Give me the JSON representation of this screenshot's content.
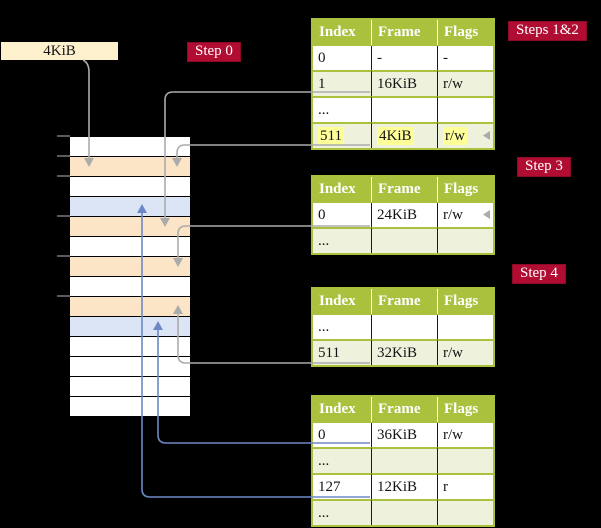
{
  "label_box": {
    "text": "4KiB"
  },
  "badges": {
    "step0": {
      "label": "Step 0"
    },
    "steps12": {
      "label": "Steps 1&2"
    },
    "step3": {
      "label": "Step 3"
    },
    "step4": {
      "label": "Step 4"
    }
  },
  "memory": {
    "rows": [
      "white",
      "peach",
      "white",
      "blue",
      "peach",
      "white",
      "peach",
      "white",
      "peach",
      "blue",
      "white",
      "white",
      "white",
      "white"
    ]
  },
  "tables": {
    "t1": {
      "headers": [
        "Index",
        "Frame",
        "Flags"
      ],
      "rows": [
        [
          "0",
          "-",
          "-"
        ],
        [
          "1",
          "16KiB",
          "r/w"
        ],
        [
          "...",
          "",
          ""
        ],
        [
          "511",
          "4KiB",
          "r/w"
        ]
      ]
    },
    "t2": {
      "headers": [
        "Index",
        "Frame",
        "Flags"
      ],
      "rows": [
        [
          "0",
          "24KiB",
          "r/w"
        ],
        [
          "...",
          "",
          ""
        ]
      ]
    },
    "t3": {
      "headers": [
        "Index",
        "Frame",
        "Flags"
      ],
      "rows": [
        [
          "...",
          "",
          ""
        ],
        [
          "511",
          "32KiB",
          "r/w"
        ]
      ]
    },
    "t4": {
      "headers": [
        "Index",
        "Frame",
        "Flags"
      ],
      "rows": [
        [
          "0",
          "36KiB",
          "r/w"
        ],
        [
          "...",
          "",
          ""
        ],
        [
          "127",
          "12KiB",
          "r"
        ],
        [
          "...",
          "",
          ""
        ]
      ]
    }
  },
  "colors": {
    "background": "#000000",
    "table_header_bg": "#a9c13d",
    "table_border": "#a9c13d",
    "row_alt_green": "#eef2dc",
    "row_white": "#ffffff",
    "highlight_yellow": "#ffff99",
    "memory_peach": "#fce4c7",
    "memory_blue": "#dbe5f5",
    "label_box_bg": "#fdf0cc",
    "badge_bg": "#b10d33",
    "badge_border": "#8c0a26",
    "badge_text": "#ffffff",
    "gray_arrow": "#ababab",
    "tick_gray": "#8a8a8a",
    "blue_arrow": "#6d89c5",
    "cell_divider": "#1a1a1a",
    "text": "#141414"
  }
}
